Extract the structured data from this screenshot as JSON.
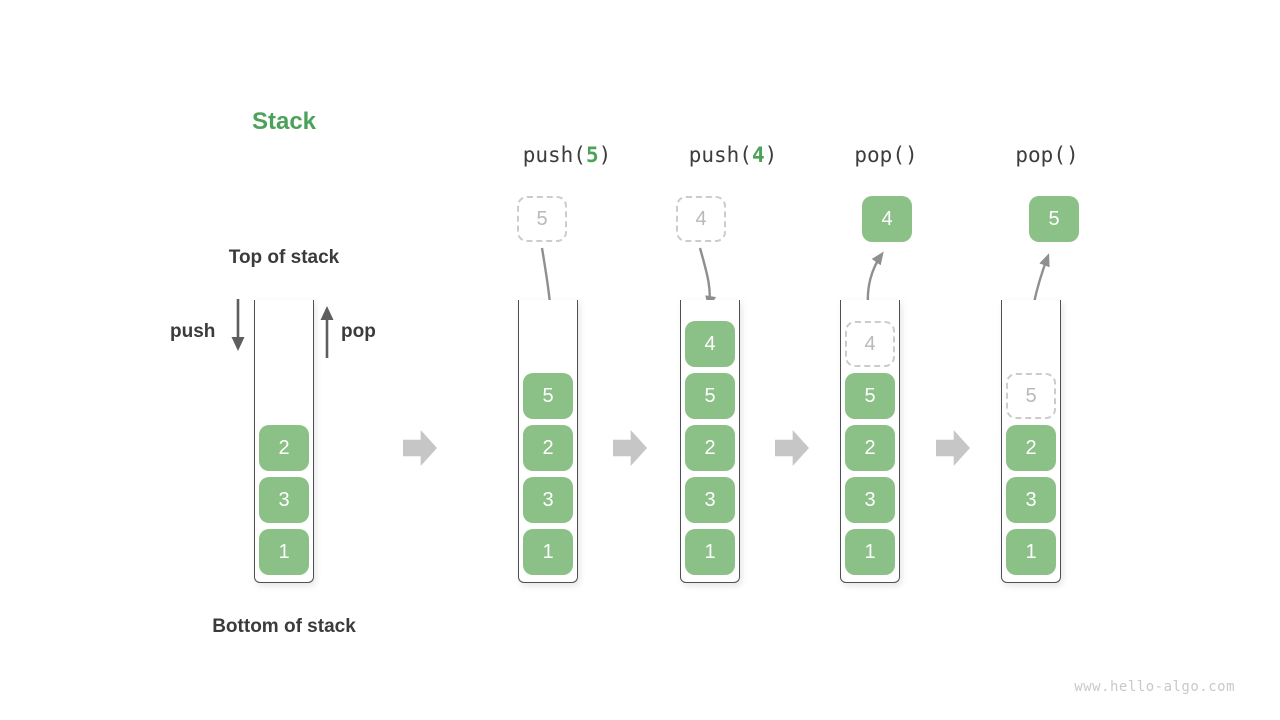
{
  "title": "Stack",
  "captions": {
    "top_of_stack": "Top of stack",
    "bottom_of_stack": "Bottom of stack",
    "push_arrow_label": "push",
    "pop_arrow_label": "pop"
  },
  "watermark": "www.hello-algo.com",
  "colors": {
    "block_green": "#8bc087",
    "accent_green": "#4da159",
    "dark_text": "#3b3b3b",
    "container_border": "#4d5154",
    "dashed_border": "#cccccc",
    "dashed_text": "#b9b9b9",
    "curved_arrow": "#8f8f8f",
    "straight_arrow": "#5e5e5e",
    "transition_arrow": "#c6c6c6",
    "watermark_gray": "#c9c9c9"
  },
  "stages": [
    {
      "label_parts": [],
      "floating_box": null,
      "blocks": [
        {
          "value": "2",
          "dashed": false
        },
        {
          "value": "3",
          "dashed": false
        },
        {
          "value": "1",
          "dashed": false
        }
      ]
    },
    {
      "label_parts": [
        {
          "text": "push(",
          "green": false
        },
        {
          "text": "5",
          "green": true
        },
        {
          "text": ")",
          "green": false
        }
      ],
      "floating_box": {
        "value": "5",
        "style": "dashed"
      },
      "blocks": [
        {
          "value": "5",
          "dashed": false
        },
        {
          "value": "2",
          "dashed": false
        },
        {
          "value": "3",
          "dashed": false
        },
        {
          "value": "1",
          "dashed": false
        }
      ]
    },
    {
      "label_parts": [
        {
          "text": "push(",
          "green": false
        },
        {
          "text": "4",
          "green": true
        },
        {
          "text": ")",
          "green": false
        }
      ],
      "floating_box": {
        "value": "4",
        "style": "dashed"
      },
      "blocks": [
        {
          "value": "4",
          "dashed": false
        },
        {
          "value": "5",
          "dashed": false
        },
        {
          "value": "2",
          "dashed": false
        },
        {
          "value": "3",
          "dashed": false
        },
        {
          "value": "1",
          "dashed": false
        }
      ]
    },
    {
      "label_parts": [
        {
          "text": "pop()",
          "green": false
        }
      ],
      "floating_box": {
        "value": "4",
        "style": "solid"
      },
      "blocks": [
        {
          "value": "4",
          "dashed": true
        },
        {
          "value": "5",
          "dashed": false
        },
        {
          "value": "2",
          "dashed": false
        },
        {
          "value": "3",
          "dashed": false
        },
        {
          "value": "1",
          "dashed": false
        }
      ]
    },
    {
      "label_parts": [
        {
          "text": "pop()",
          "green": false
        }
      ],
      "floating_box": {
        "value": "5",
        "style": "solid"
      },
      "blocks": [
        {
          "value": "5",
          "dashed": true
        },
        {
          "value": "2",
          "dashed": false
        },
        {
          "value": "3",
          "dashed": false
        },
        {
          "value": "1",
          "dashed": false
        }
      ]
    }
  ]
}
